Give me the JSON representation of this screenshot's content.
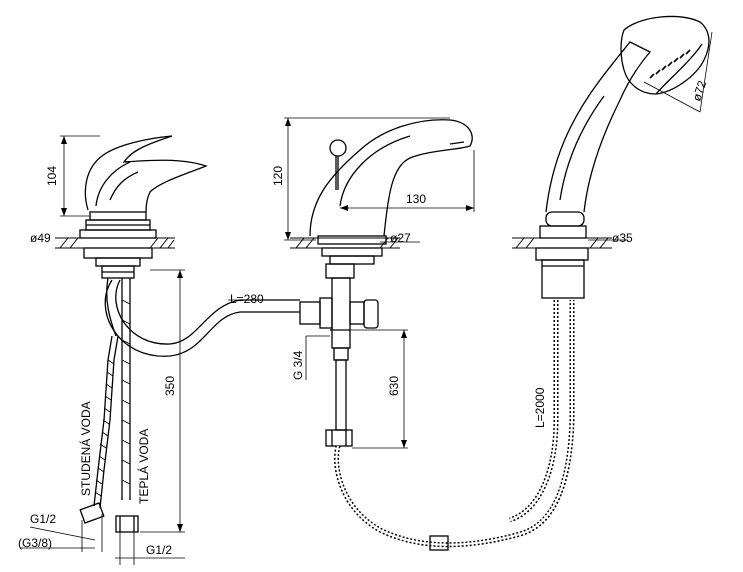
{
  "labels": {
    "height_mixer": "104",
    "diameter_mixer": "ø49",
    "height_spout": "120",
    "length_spout": "130",
    "diameter_spout": "ø27",
    "diameter_holder": "ø35",
    "diameter_head": "ø72",
    "hose_length_connector": "L=280",
    "thread_g34": "G 3/4",
    "length_350": "350",
    "length_630": "630",
    "hose_length_shower": "L=2000",
    "cold_water": "STUDENÁ VODA",
    "hot_water": "TEPLÁ VODA",
    "thread_g12_left": "G1/2",
    "thread_g38": "(G3/8)",
    "thread_g12_bottom": "G1/2"
  }
}
